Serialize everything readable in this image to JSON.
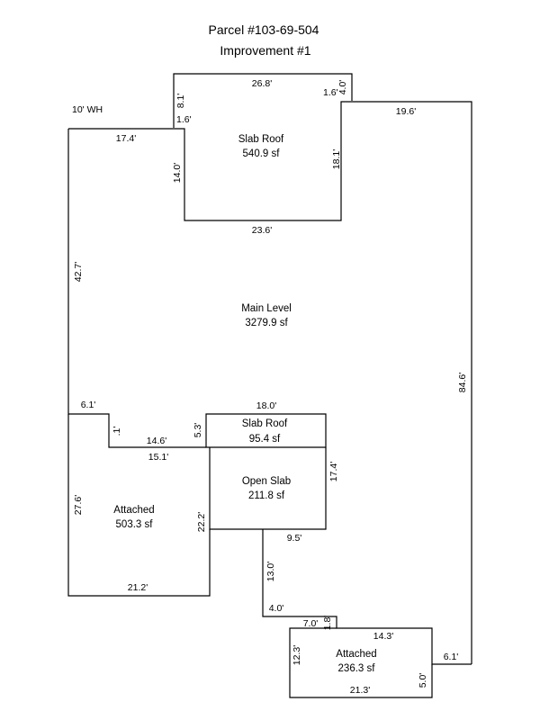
{
  "title": {
    "parcel": "Parcel #103-69-504",
    "improvement": "Improvement #1"
  },
  "areas": {
    "slab_roof_top": {
      "name": "Slab Roof",
      "size": "540.9 sf"
    },
    "main_level": {
      "name": "Main Level",
      "size": "3279.9 sf"
    },
    "slab_roof_mid": {
      "name": "Slab Roof",
      "size": "95.4 sf"
    },
    "open_slab": {
      "name": "Open Slab",
      "size": "211.8 sf"
    },
    "attached_left": {
      "name": "Attached",
      "size": "503.3 sf"
    },
    "attached_bottom": {
      "name": "Attached",
      "size": "236.3 sf"
    }
  },
  "notes": {
    "wh": "10' WH"
  },
  "dimensions": {
    "d_26_8": "26.8'",
    "d_8_1": "8.1'",
    "d_1_6_left": "1.6'",
    "d_1_6_right": "1.6'",
    "d_4_0_top": "4.0'",
    "d_19_6": "19.6'",
    "d_17_4_top": "17.4'",
    "d_14_0": "14.0'",
    "d_18_1": "18.1'",
    "d_23_6": "23.6'",
    "d_42_7": "42.7'",
    "d_84_6": "84.6'",
    "d_6_1_left": "6.1'",
    "d_18_0": "18.0'",
    "d_1": ".1'",
    "d_14_6": "14.6'",
    "d_5_3": "5.3'",
    "d_15_1": "15.1'",
    "d_17_4_mid": "17.4'",
    "d_27_6": "27.6'",
    "d_22_2": "22.2'",
    "d_9_5": "9.5'",
    "d_21_2": "21.2'",
    "d_13_0": "13.0'",
    "d_4_0_bottom": "4.0'",
    "d_7_0": "7.0'",
    "d_1_8": "1.8'",
    "d_14_3": "14.3'",
    "d_12_3": "12.3'",
    "d_6_1_right": "6.1'",
    "d_5_0": "5.0'",
    "d_21_3": "21.3'"
  }
}
